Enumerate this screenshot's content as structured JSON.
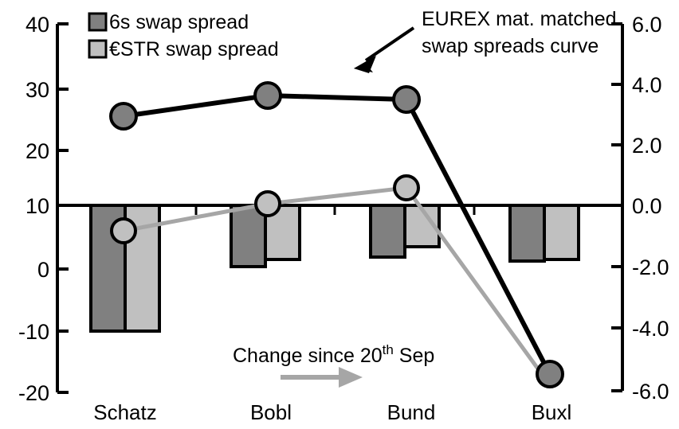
{
  "chart_data": {
    "type": "bar",
    "title": "",
    "subtitle": "",
    "categories": [
      "Schatz",
      "Bobl",
      "Bund",
      "Buxl"
    ],
    "series": [
      {
        "name": "6s swap spread",
        "type": "bar",
        "axis": "right",
        "color": "#808080",
        "values": [
          -4.05,
          -1.85,
          -1.55,
          -1.8
        ]
      },
      {
        "name": "€STR swap spread",
        "type": "bar",
        "axis": "right",
        "color": "#c0c0c0",
        "values": [
          -4.05,
          -1.65,
          -1.25,
          -1.75
        ]
      },
      {
        "name": "EUREX mat. matched swap spreads curve",
        "type": "line",
        "axis": "left",
        "color": "#000000",
        "marker_color": "#808080",
        "values": [
          24.5,
          27.9,
          27.3,
          -18.2
        ]
      },
      {
        "name": "Change since 20th Sep",
        "type": "line",
        "axis": "right",
        "color": "#a6a6a6",
        "marker_color": "#c0c0c0",
        "values": [
          -0.85,
          0.05,
          0.55,
          -5.9
        ]
      }
    ],
    "left_axis": {
      "ticks": [
        "40",
        "30",
        "20",
        "10",
        "0",
        "-10",
        "-20"
      ],
      "values": [
        40,
        30,
        20,
        10,
        0,
        -10,
        -20
      ],
      "ylim": [
        -20,
        40
      ],
      "label": ""
    },
    "right_axis": {
      "ticks": [
        "6.0",
        "4.0",
        "2.0",
        "0.0",
        "-2.0",
        "-4.0",
        "-6.0"
      ],
      "values": [
        6.0,
        4.0,
        2.0,
        0.0,
        -2.0,
        -4.0,
        -6.0
      ],
      "ylim": [
        -6.0,
        6.0
      ],
      "label": ""
    },
    "grid": false,
    "zero_line_value": 0.0,
    "legend": {
      "position": "top-left",
      "entries": [
        {
          "label": "6s swap spread",
          "swatch_color": "#808080"
        },
        {
          "label": "€STR swap spread",
          "swatch_color": "#c0c0c0"
        }
      ]
    },
    "annotations": [
      {
        "id": "curve-callout",
        "line1": "EUREX mat. matched",
        "line2": "swap spreads curve",
        "arrow": "down-left"
      },
      {
        "id": "change-callout",
        "prefix": "Change since 20",
        "superscript": "th",
        "suffix": " Sep",
        "arrow": "right",
        "arrow_color": "#a6a6a6"
      }
    ]
  },
  "colors": {
    "bar_dark": "#808080",
    "bar_light": "#c0c0c0",
    "line_dark": "#000000",
    "line_light": "#a6a6a6",
    "marker_dark": "#808080",
    "marker_light": "#c0c0c0",
    "axis": "#000000",
    "background": "#ffffff"
  }
}
